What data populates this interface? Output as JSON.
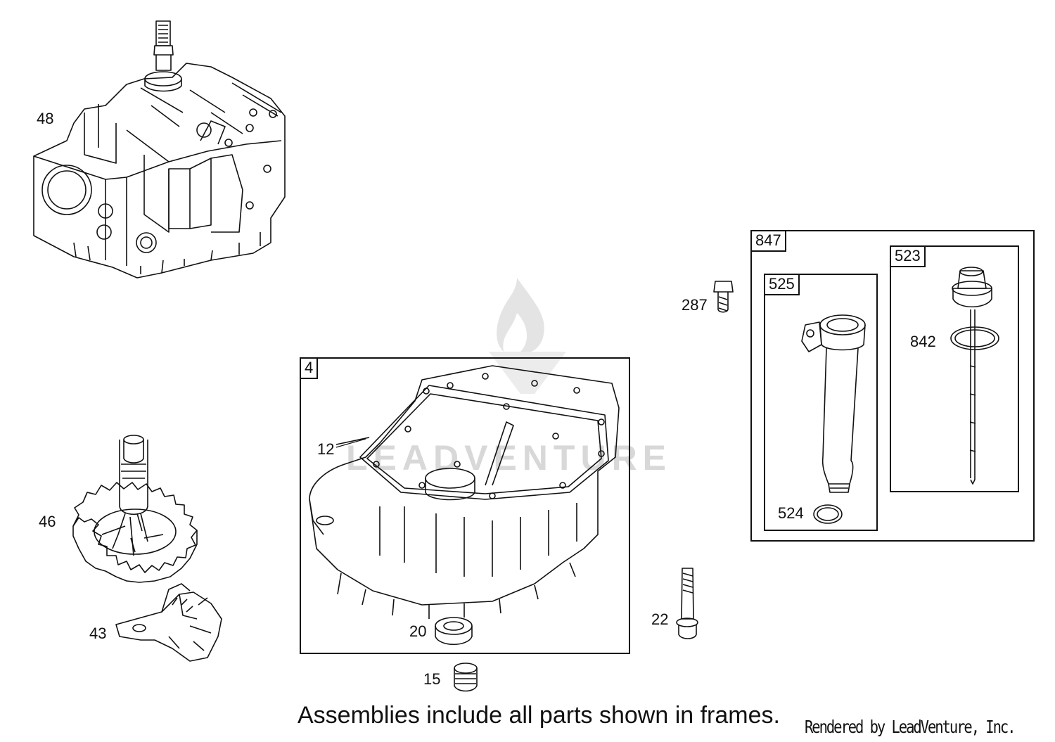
{
  "diagram": {
    "parts": {
      "p48": "48",
      "p46": "46",
      "p43": "43",
      "p287": "287",
      "p12": "12",
      "p20": "20",
      "p15": "15",
      "p22": "22",
      "p524": "524",
      "p842": "842"
    },
    "frames": {
      "f4": "4",
      "f847": "847",
      "f525": "525",
      "f523": "523"
    },
    "footer_note": "Assemblies include all parts shown in frames.",
    "credit": "Rendered by LeadVenture, Inc.",
    "watermark": "LEADVENTURE"
  },
  "colors": {
    "line": "#111111",
    "watermark": "#d8d8d8",
    "background": "#ffffff"
  }
}
